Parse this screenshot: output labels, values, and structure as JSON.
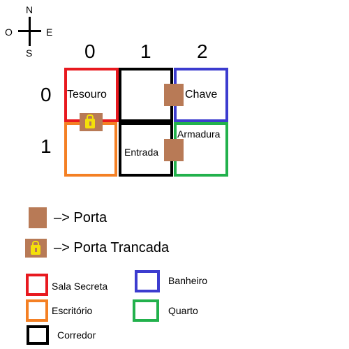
{
  "compass": {
    "north": "N",
    "south": "S",
    "east": "E",
    "west": "O"
  },
  "columns": [
    "0",
    "1",
    "2"
  ],
  "rows": [
    "0",
    "1"
  ],
  "rooms": [
    {
      "label": "Tesouro",
      "type": "Sala Secreta",
      "color": "#e8191f"
    },
    {
      "label": "",
      "type": "Corredor",
      "color": "#000000"
    },
    {
      "label": "Chave",
      "type": "Banheiro",
      "color": "#3c3ccf"
    },
    {
      "label": "",
      "type": "Escritório",
      "color": "#f48024"
    },
    {
      "label": "Entrada",
      "type": "Corredor",
      "color": "#000000"
    },
    {
      "label": "Armadura",
      "type": "Quarto",
      "color": "#22b14c"
    }
  ],
  "legend": {
    "door": "–> Porta",
    "locked_door": "–> Porta Trancada"
  },
  "room_types": [
    {
      "name": "Sala Secreta",
      "color": "#e8191f"
    },
    {
      "name": "Escritório",
      "color": "#f48024"
    },
    {
      "name": "Corredor",
      "color": "#000000"
    },
    {
      "name": "Banheiro",
      "color": "#3c3ccf"
    },
    {
      "name": "Quarto",
      "color": "#22b14c"
    }
  ],
  "colors": {
    "door": "#b87a56",
    "lock": "#f4e00a"
  }
}
